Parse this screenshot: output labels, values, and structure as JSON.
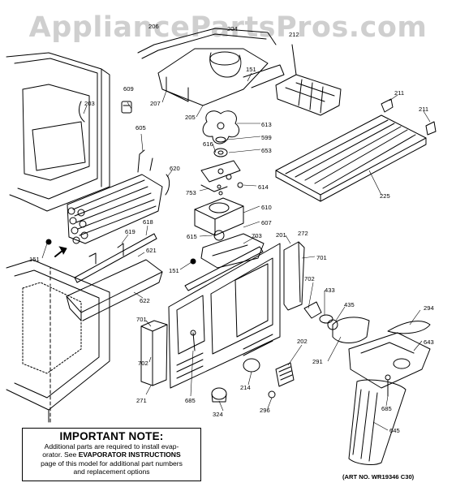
{
  "watermark": "AppliancePartsPros.com",
  "labels": [
    {
      "id": "206",
      "text": "206"
    },
    {
      "id": "204",
      "text": "204"
    },
    {
      "id": "212",
      "text": "212"
    },
    {
      "id": "609",
      "text": "609"
    },
    {
      "id": "203",
      "text": "203"
    },
    {
      "id": "151a",
      "text": "151"
    },
    {
      "id": "207",
      "text": "207"
    },
    {
      "id": "205",
      "text": "205"
    },
    {
      "id": "211a",
      "text": "211"
    },
    {
      "id": "211b",
      "text": "211"
    },
    {
      "id": "613",
      "text": "613"
    },
    {
      "id": "599",
      "text": "599"
    },
    {
      "id": "653",
      "text": "653"
    },
    {
      "id": "605",
      "text": "605"
    },
    {
      "id": "616",
      "text": "616"
    },
    {
      "id": "620",
      "text": "620"
    },
    {
      "id": "753",
      "text": "753"
    },
    {
      "id": "614",
      "text": "614"
    },
    {
      "id": "225",
      "text": "225"
    },
    {
      "id": "610",
      "text": "610"
    },
    {
      "id": "618",
      "text": "618"
    },
    {
      "id": "607",
      "text": "607"
    },
    {
      "id": "619",
      "text": "619"
    },
    {
      "id": "615",
      "text": "615"
    },
    {
      "id": "703",
      "text": "703"
    },
    {
      "id": "201",
      "text": "201"
    },
    {
      "id": "272",
      "text": "272"
    },
    {
      "id": "621",
      "text": "621"
    },
    {
      "id": "151b",
      "text": "151"
    },
    {
      "id": "701a",
      "text": "701"
    },
    {
      "id": "151c",
      "text": "151"
    },
    {
      "id": "702a",
      "text": "702"
    },
    {
      "id": "433",
      "text": "433"
    },
    {
      "id": "622",
      "text": "622"
    },
    {
      "id": "435",
      "text": "435"
    },
    {
      "id": "294",
      "text": "294"
    },
    {
      "id": "701b",
      "text": "701"
    },
    {
      "id": "643",
      "text": "643"
    },
    {
      "id": "202",
      "text": "202"
    },
    {
      "id": "291",
      "text": "291"
    },
    {
      "id": "702b",
      "text": "702"
    },
    {
      "id": "214",
      "text": "214"
    },
    {
      "id": "685a",
      "text": "685"
    },
    {
      "id": "271",
      "text": "271"
    },
    {
      "id": "685b",
      "text": "685"
    },
    {
      "id": "296",
      "text": "296"
    },
    {
      "id": "324",
      "text": "324"
    },
    {
      "id": "645",
      "text": "645"
    }
  ],
  "note": {
    "title": "IMPORTANT NOTE:",
    "line1": "Additional parts are required to install evap-",
    "line2a": "orator.  See ",
    "line2b": "EVAPORATOR INSTRUCTIONS",
    "line3": "page of this model for additional part numbers",
    "line4": "and replacement options"
  },
  "art_no": "(ART NO. WR19346 C30)"
}
